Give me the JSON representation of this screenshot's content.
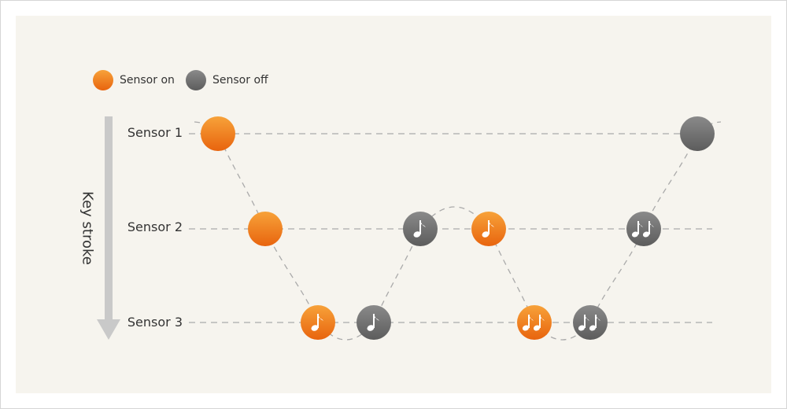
{
  "legend": {
    "on_label": "Sensor on",
    "off_label": "Sensor off"
  },
  "colors": {
    "on_top": "#f7a23a",
    "on_bottom": "#e8640e",
    "off_top": "#8a8a8a",
    "off_bottom": "#5c5c5c",
    "background": "#f6f4ee",
    "guide": "#aaaaaa",
    "arrow": "#c9c9c9"
  },
  "axis_label": "Key stroke",
  "rows": [
    {
      "id": 1,
      "label": "Sensor 1"
    },
    {
      "id": 2,
      "label": "Sensor 2"
    },
    {
      "id": 3,
      "label": "Sensor 3"
    }
  ],
  "events": [
    {
      "sensor": 1,
      "state": "on",
      "icon": "none"
    },
    {
      "sensor": 2,
      "state": "on",
      "icon": "none"
    },
    {
      "sensor": 3,
      "state": "on",
      "icon": "single-note"
    },
    {
      "sensor": 3,
      "state": "off",
      "icon": "single-note"
    },
    {
      "sensor": 2,
      "state": "off",
      "icon": "single-note"
    },
    {
      "sensor": 2,
      "state": "on",
      "icon": "single-note"
    },
    {
      "sensor": 3,
      "state": "on",
      "icon": "double-note"
    },
    {
      "sensor": 3,
      "state": "off",
      "icon": "double-note"
    },
    {
      "sensor": 2,
      "state": "off",
      "icon": "double-note"
    },
    {
      "sensor": 1,
      "state": "off",
      "icon": "none"
    }
  ]
}
